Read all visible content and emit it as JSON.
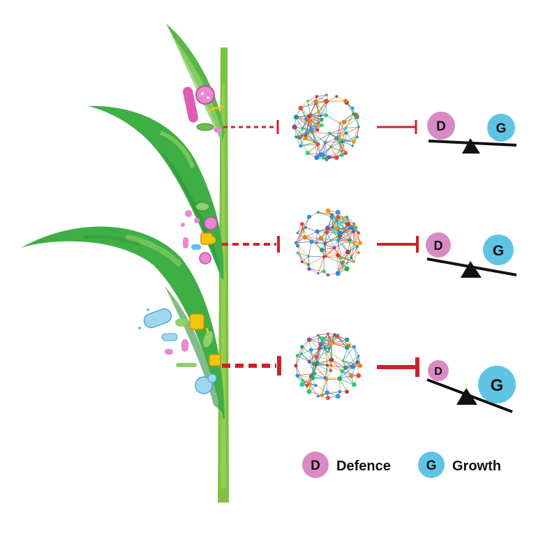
{
  "colors": {
    "defence": "#d98ac4",
    "growth": "#5fc4e4",
    "inhibit": "#d0202a",
    "leaf_dark": "#2f8f3a",
    "leaf_mid": "#3fae45",
    "leaf_light": "#8fd06a",
    "stem": "#7cc242",
    "balance": "#111111"
  },
  "icons": {
    "network": "network-hairball-icon",
    "balance": "seesaw-balance-icon",
    "microbes": "microbe-cluster-icon",
    "inhibition": "inhibition-arrow-icon"
  },
  "rows": [
    {
      "defence_letter": "D",
      "growth_letter": "G",
      "microbial_load": "low"
    },
    {
      "defence_letter": "D",
      "growth_letter": "G",
      "microbial_load": "medium"
    },
    {
      "defence_letter": "D",
      "growth_letter": "G",
      "microbial_load": "high"
    }
  ],
  "legend": {
    "defence": {
      "letter": "D",
      "label": "Defence"
    },
    "growth": {
      "letter": "G",
      "label": "Growth"
    }
  }
}
